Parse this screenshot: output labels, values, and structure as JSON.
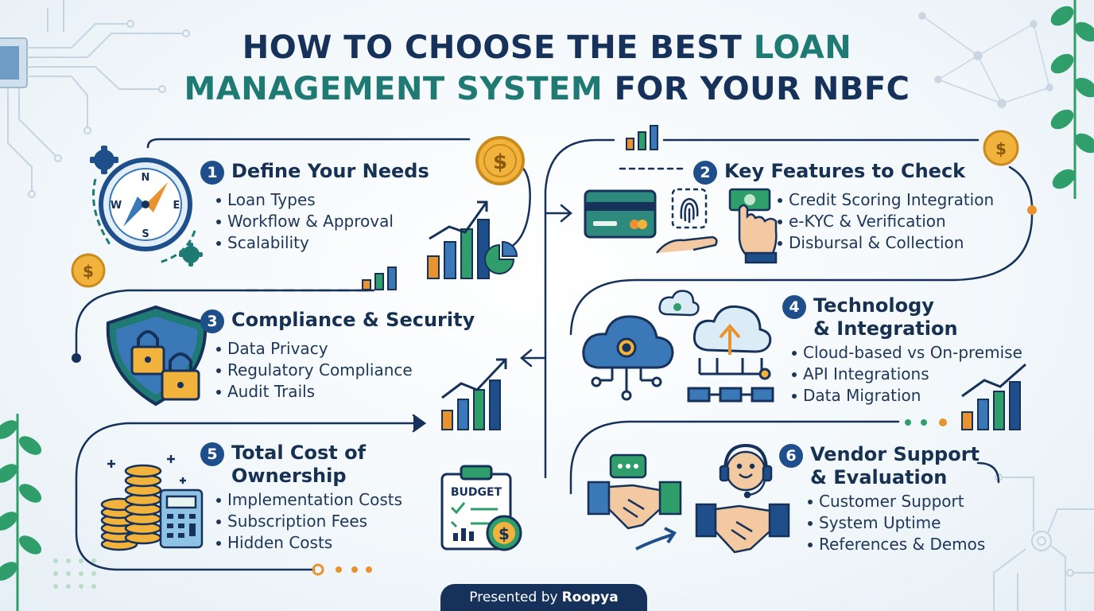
{
  "title": {
    "line1_prefix": "HOW TO CHOOSE THE BEST ",
    "line1_highlight": "LOAN",
    "line2_highlight": "MANAGEMENT SYSTEM",
    "line2_suffix": " FOR YOUR NBFC"
  },
  "sections": [
    {
      "number": "1",
      "title": "Define Your Needs",
      "bullets": [
        "Loan Types",
        "Workflow & Approval",
        "Scalability"
      ]
    },
    {
      "number": "2",
      "title": "Key Features to Check",
      "bullets": [
        "Credit Scoring Integration",
        "e-KYC & Verification",
        "Disbursal & Collection"
      ]
    },
    {
      "number": "3",
      "title": "Compliance & Security",
      "bullets": [
        "Data Privacy",
        "Regulatory Compliance",
        "Audit Trails"
      ]
    },
    {
      "number": "4",
      "title": "Technology\n& Integration",
      "bullets": [
        "Cloud-based vs On-premise",
        "API Integrations",
        "Data Migration"
      ]
    },
    {
      "number": "5",
      "title": "Total Cost of\nOwnership",
      "bullets": [
        "Implementation Costs",
        "Subscription Fees",
        "Hidden Costs"
      ]
    },
    {
      "number": "6",
      "title": "Vendor Support\n& Evaluation",
      "bullets": [
        "Customer Support",
        "System Uptime",
        "References & Demos"
      ]
    }
  ],
  "icons": {
    "coin_symbol": "$",
    "budget_label": "BUDGET",
    "compass_n": "N",
    "compass_s": "S",
    "compass_e": "E",
    "compass_w": "W"
  },
  "footer": {
    "prefix": "Presented by",
    "brand": "Roopya"
  },
  "colors": {
    "navy": "#17325a",
    "teal": "#1f7a73",
    "green": "#2f9e6a",
    "orange": "#e8932f",
    "blue": "#3a78b8",
    "gold": "#f2b33d"
  }
}
